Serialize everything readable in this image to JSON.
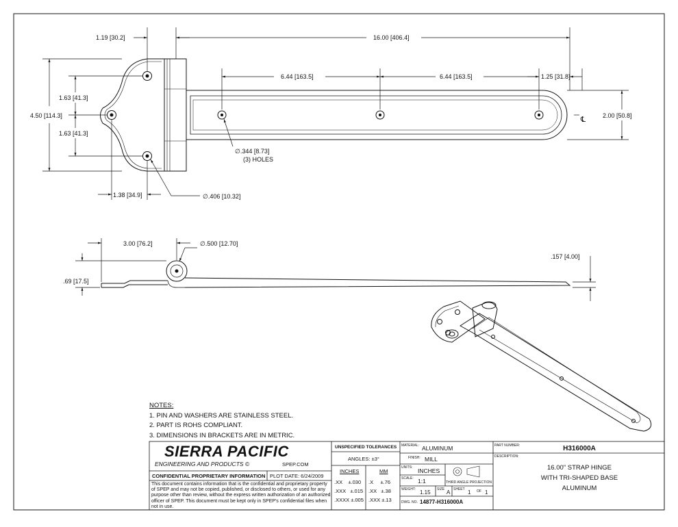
{
  "dimensions": {
    "d_1_19": "1.19",
    "d_1_19_mm": "30.2",
    "d_16_00": "16.00",
    "d_16_00_mm": "406.4",
    "d_6_44a": "6.44",
    "d_6_44a_mm": "163.5",
    "d_6_44b": "6.44",
    "d_6_44b_mm": "163.5",
    "d_1_25": "1.25",
    "d_1_25_mm": "31.8",
    "d_1_63a": "1.63",
    "d_1_63a_mm": "41.3",
    "d_1_63b": "1.63",
    "d_1_63b_mm": "41.3",
    "d_4_50": "4.50",
    "d_4_50_mm": "114.3",
    "d_2_00": "2.00",
    "d_2_00_mm": "50.8",
    "d_1_38": "1.38",
    "d_1_38_mm": "34.9",
    "hole_small": ".344",
    "hole_small_mm": "8.73",
    "hole_small_note": "(3) HOLES",
    "hole_large": ".406",
    "hole_large_mm": "10.32",
    "d_3_00": "3.00",
    "d_3_00_mm": "76.2",
    "pin_dia": ".500",
    "pin_dia_mm": "12.70",
    "d_157": ".157",
    "d_157_mm": "4.00",
    "d_69": ".69",
    "d_69_mm": "17.5",
    "centerline": "℄"
  },
  "notes": {
    "title": "NOTES:",
    "items": [
      "1.  PIN AND WASHERS ARE STAINLESS STEEL.",
      "2.  PART IS ROHS COMPLIANT.",
      "3.  DIMENSIONS IN BRACKETS ARE IN METRIC."
    ]
  },
  "title_block": {
    "company": "SIERRA PACIFIC",
    "company_sub": "ENGINEERING AND PRODUCTS",
    "website": "SPEP.COM",
    "confidential_label": "CONFIDENTIAL PROPRIETARY INFORMATION",
    "plot_date": "PLOT DATE: 6/24/2009",
    "confidential_text": "This document contains information that is the confidential and proprietary property of SPEP and may not be copied, published, or disclosed to others, or used for any purpose  other than review, without the express written authorization of an authorized officer of SPEP. This document must be kept only in SPEP's confidential files when not in use.",
    "tolerance_title": "UNSPECIFIED TOLERANCES",
    "angles": "ANGLES: ±3°",
    "inches_head": "INCHES",
    "mm_head": "MM",
    "tol_rows": [
      {
        "in": ".XX",
        "in_tol": "±.030",
        "mm": ".X",
        "mm_tol": "±.76"
      },
      {
        "in": ".XXX",
        "in_tol": "±.015",
        "mm": ".XX",
        "mm_tol": "±.38"
      },
      {
        "in": ".XXXX",
        "in_tol": "±.005",
        "mm": ".XXX",
        "mm_tol": "±.13"
      }
    ],
    "material_label": "MATERIAL:",
    "material": "ALUMINUM",
    "finish_label": "FINISH:",
    "finish": "MILL",
    "units_label": "UNITS:",
    "units": "INCHES",
    "scale_label": "SCALE:",
    "scale": "1:1",
    "projection_label": "THIRD ANGLE PROJECTION",
    "weight_label": "WEIGHT:",
    "weight": "1.15",
    "size_label": "SIZE",
    "size": "A",
    "sheet_label": "SHEET",
    "sheet": "1",
    "of_label": "OF",
    "sheet_total": "1",
    "dwg_label": "DWG. NO.",
    "dwg_no": "14877-H316000A",
    "part_label": "PART NUMBER:",
    "part_no": "H316000A",
    "desc_label": "DESCRIPTION:",
    "desc_lines": [
      "16.00\" STRAP HINGE",
      "WITH TRI-SHAPED BASE",
      "ALUMINUM"
    ]
  }
}
